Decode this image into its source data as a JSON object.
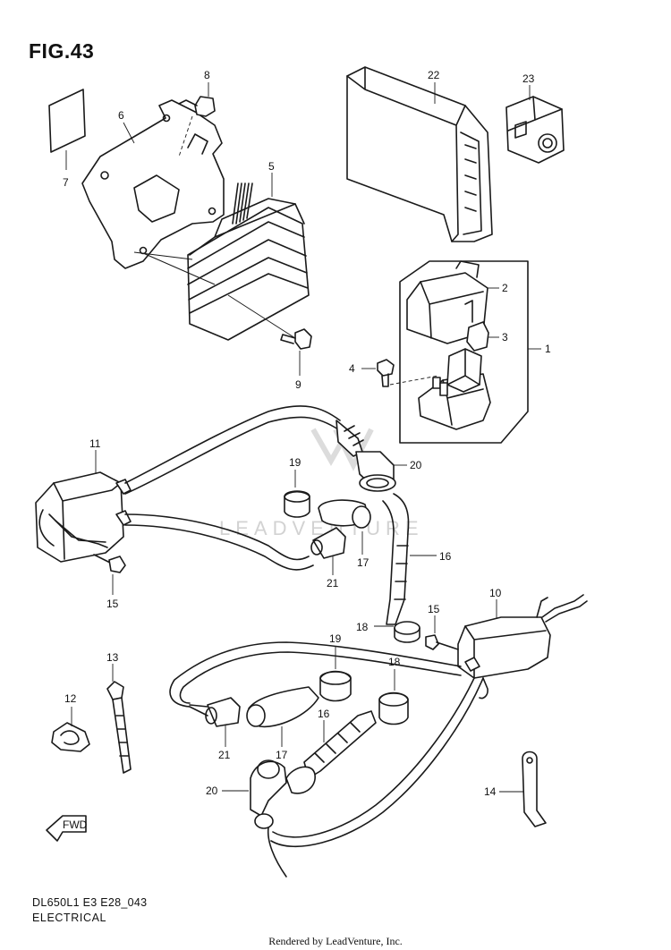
{
  "figure": {
    "title": "FIG.43"
  },
  "footer": {
    "model_code": "DL650L1 E3 E28_043",
    "section": "ELECTRICAL",
    "credit": "Rendered by LeadVenture, Inc."
  },
  "watermark": {
    "text": "LEADVENTURE"
  },
  "callouts": {
    "c1": "1",
    "c2": "2",
    "c3": "3",
    "c4": "4",
    "c5": "5",
    "c6": "6",
    "c7": "7",
    "c8": "8",
    "c9": "9",
    "c10": "10",
    "c11": "11",
    "c12": "12",
    "c13": "13",
    "c14": "14",
    "c15a": "15",
    "c15b": "15",
    "c16a": "16",
    "c16b": "16",
    "c17a": "17",
    "c17b": "17",
    "c18a": "18",
    "c18b": "18",
    "c19a": "19",
    "c19b": "19",
    "c20a": "20",
    "c20b": "20",
    "c21a": "21",
    "c21b": "21",
    "c22": "22",
    "c23": "23"
  },
  "icons": {
    "fwd_arrow": "fwd-arrow-icon",
    "fwd_text": "FWD"
  }
}
